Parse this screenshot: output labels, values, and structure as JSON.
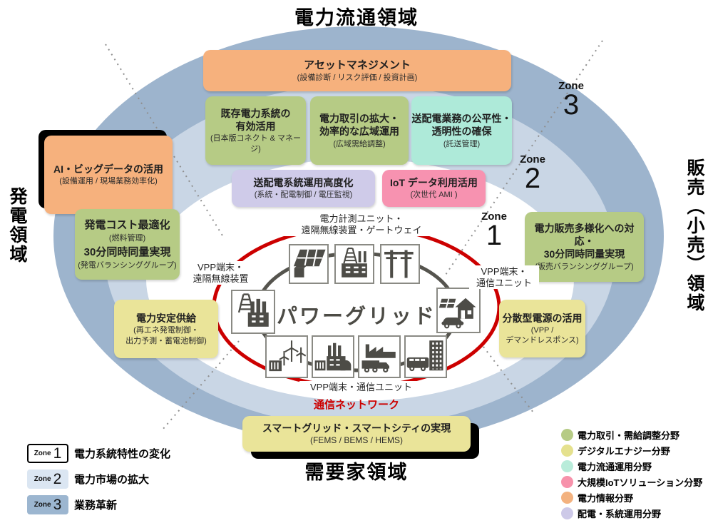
{
  "titles": {
    "top": "電力流通領域",
    "left": "発電領域",
    "right": "販売（小売）領域",
    "bottom": "需要家領域"
  },
  "colors": {
    "outer_ellipse": "#9db4cd",
    "middle_ellipse": "#c9d6e5",
    "inner_ellipse": "#ffffff",
    "network_red": "#cc0000",
    "grid_gray": "#55544e",
    "orange": "#f6b17d",
    "green": "#b6cb85",
    "teal": "#aeead9",
    "lavender": "#cfcbe9",
    "pink": "#f792b0",
    "yellow": "#eae499"
  },
  "boxes": {
    "asset": {
      "title": "アセットマネジメント",
      "sub": "(設備診断 / リスク評価 / 投資計画)"
    },
    "existing": {
      "title": "既存電力系統の\n有効活用",
      "sub": "(日本版コネクト & マネージ)"
    },
    "trading": {
      "title": "電力取引の拡大・\n効率的な広域運用",
      "sub": "(広域需給調整)"
    },
    "fairness": {
      "title": "送配電業務の公平性・\n透明性の確保",
      "sub": "(託送管理)"
    },
    "advanced": {
      "title": "送配電系統運用高度化",
      "sub": "(系統・配電制御 / 電圧監視)"
    },
    "iot": {
      "title": "IoT データ利用活用",
      "sub": "(次世代 AMI )"
    },
    "ai": {
      "title": "AI・ビッグデータの活用",
      "sub": "(設備運用 / 現場業務効率化)"
    },
    "gencost": {
      "title1": "発電コスト最適化",
      "sub1": "(燃料管理)",
      "title2": "30分同時同量実現",
      "sub2": "(発電バランシンググループ)"
    },
    "stable": {
      "title": "電力安定供給",
      "sub": "(再エネ発電制御・\n出力予測・蓄電池制御)"
    },
    "salesdiv": {
      "title": "電力販売多様化への対応・\n30分同時同量実現",
      "sub": "(販売バランシンググループ)"
    },
    "distributed": {
      "title": "分散型電源の活用",
      "sub": "(VPP /\nデマンドレスポンス)"
    },
    "smart": {
      "title": "スマートグリッド・スマートシティの実現",
      "sub": "(FEMS / BEMS / HEMS)"
    }
  },
  "center": {
    "grid_label": "パワーグリッド",
    "top_label": "電力計測ユニット・\n遠隔無線装置・ゲートウェイ",
    "left_label": "VPP端末・\n遠隔無線装置",
    "right_label": "VPP端末・\n通信ユニット",
    "bottom_label": "VPP端末・通信ユニット",
    "network_label": "通信ネットワーク",
    "icons": [
      "solar-panel",
      "power-station",
      "utility-poles",
      "transmission-tower-plant",
      "house-solar-ev",
      "wind-turbines-battery",
      "power-plant-dome",
      "factory-truck",
      "building-bus"
    ]
  },
  "map_zones": [
    {
      "word": "Zone",
      "num": "1"
    },
    {
      "word": "Zone",
      "num": "2"
    },
    {
      "word": "Zone",
      "num": "3"
    }
  ],
  "zone_legend": [
    {
      "word": "Zone",
      "num": "1",
      "label": "電力系統特性の変化"
    },
    {
      "word": "Zone",
      "num": "2",
      "label": "電力市場の拡大"
    },
    {
      "word": "Zone",
      "num": "3",
      "label": "業務革新"
    }
  ],
  "category_legend": [
    {
      "color": "#b6cb85",
      "label": "電力取引・需給調整分野"
    },
    {
      "color": "#e5e18e",
      "label": "デジタルエナジー分野"
    },
    {
      "color": "#b9ecda",
      "label": "電力流通運用分野"
    },
    {
      "color": "#f792ab",
      "label": "大規模IoTソリューション分野"
    },
    {
      "color": "#f3b27f",
      "label": "電力情報分野"
    },
    {
      "color": "#cdc9e8",
      "label": "配電・系統運用分野"
    }
  ]
}
